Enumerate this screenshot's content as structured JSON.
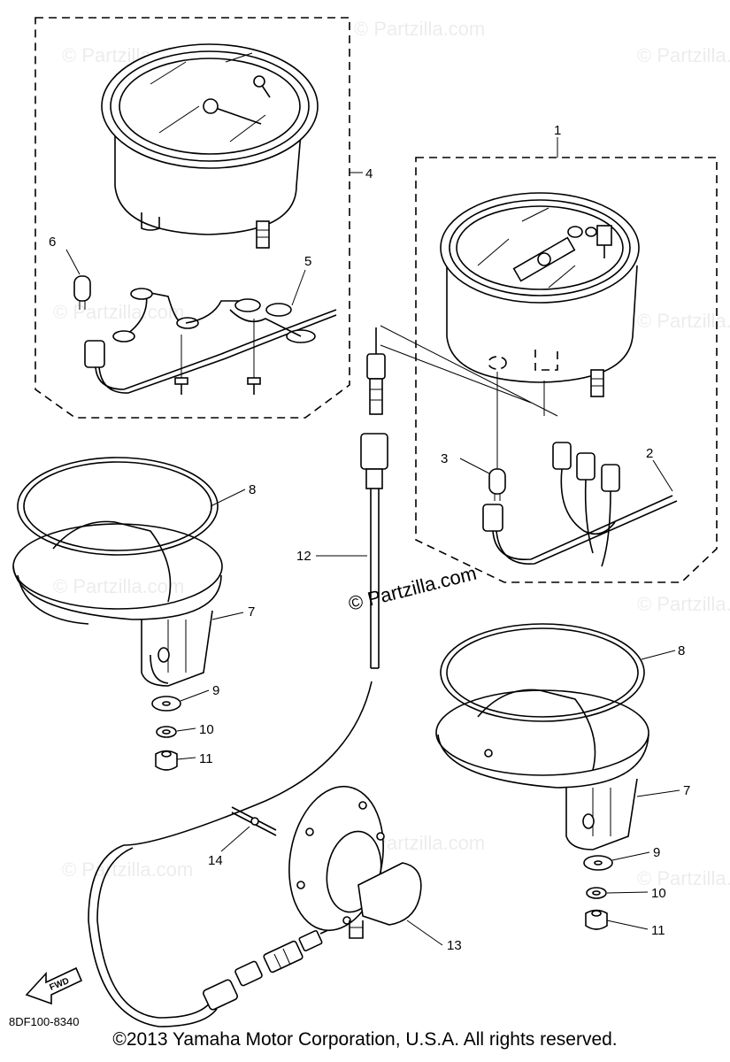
{
  "callouts": [
    {
      "id": "1",
      "label": "1"
    },
    {
      "id": "2",
      "label": "2"
    },
    {
      "id": "3",
      "label": "3"
    },
    {
      "id": "4",
      "label": "4"
    },
    {
      "id": "5",
      "label": "5"
    },
    {
      "id": "6",
      "label": "6"
    },
    {
      "id": "7a",
      "label": "7"
    },
    {
      "id": "7b",
      "label": "7"
    },
    {
      "id": "8a",
      "label": "8"
    },
    {
      "id": "8b",
      "label": "8"
    },
    {
      "id": "9a",
      "label": "9"
    },
    {
      "id": "9b",
      "label": "9"
    },
    {
      "id": "10a",
      "label": "10"
    },
    {
      "id": "10b",
      "label": "10"
    },
    {
      "id": "11a",
      "label": "11"
    },
    {
      "id": "11b",
      "label": "11"
    },
    {
      "id": "12",
      "label": "12"
    },
    {
      "id": "13",
      "label": "13"
    },
    {
      "id": "14",
      "label": "14"
    }
  ],
  "watermark": {
    "text": "© Partzilla.com"
  },
  "fwd_label": "FWD",
  "diagram_code": "8DF100-8340",
  "copyright": "©2013 Yamaha Motor Corporation, U.S.A. All rights reserved."
}
